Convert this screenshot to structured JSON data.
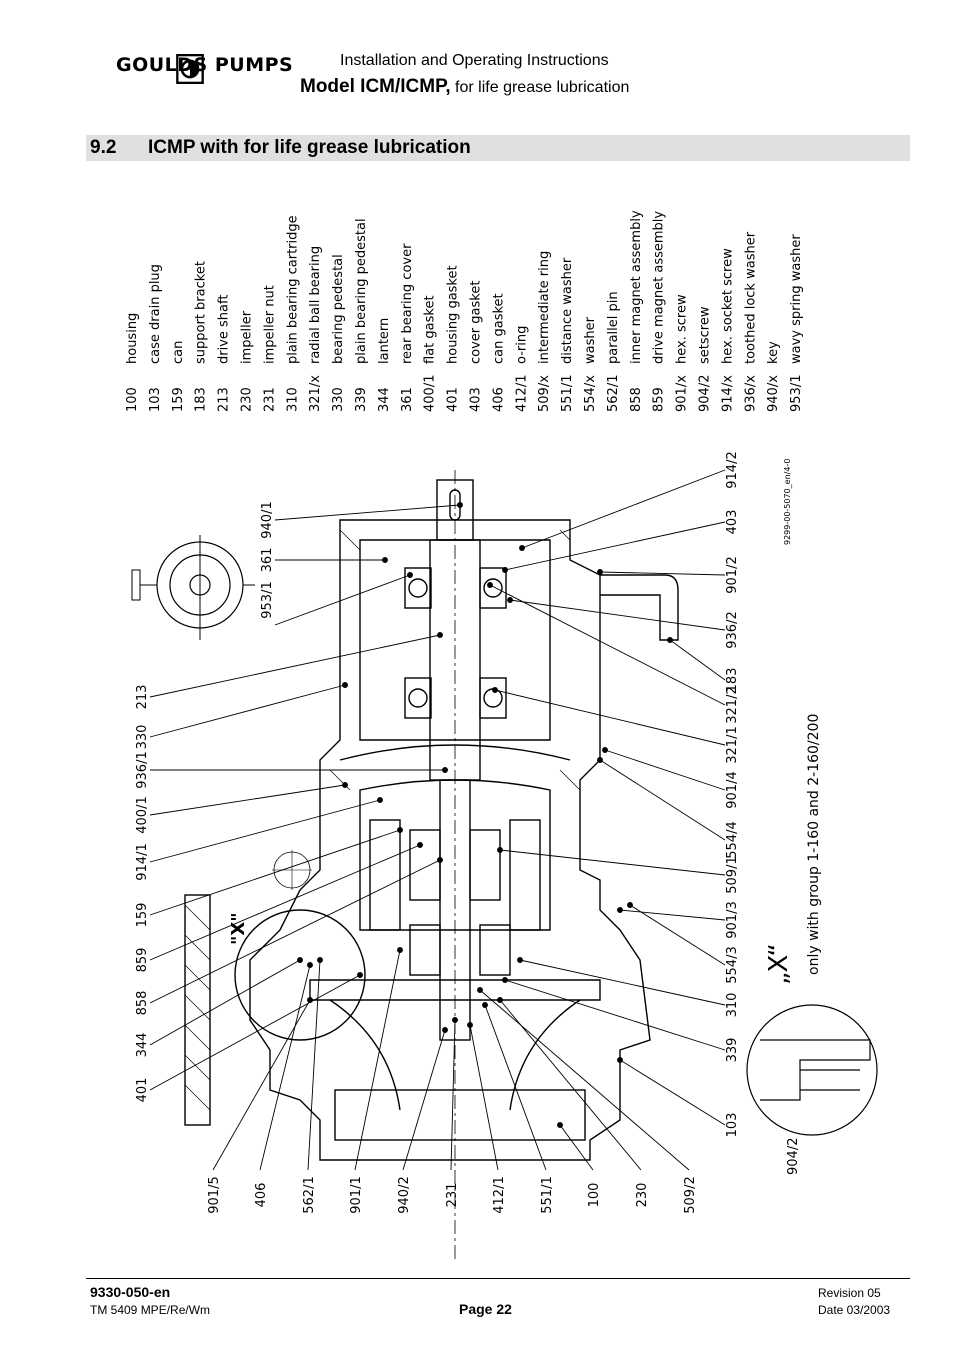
{
  "header": {
    "brand": "GOULDS PUMPS",
    "line1": "Installation and Operating Instructions",
    "model": "Model ICM/ICMP,",
    "model_suffix": " for life grease lubrication"
  },
  "section": {
    "number": "9.2",
    "title": "ICMP with for life grease lubrication"
  },
  "parts_list": [
    {
      "no": "100",
      "name": "housing"
    },
    {
      "no": "103",
      "name": "case drain plug"
    },
    {
      "no": "159",
      "name": "can"
    },
    {
      "no": "183",
      "name": "support bracket"
    },
    {
      "no": "213",
      "name": "drive shaft"
    },
    {
      "no": "230",
      "name": "impeller"
    },
    {
      "no": "231",
      "name": "impeller nut"
    },
    {
      "no": "310",
      "name": "plain bearing cartridge"
    },
    {
      "no": "321/x",
      "name": "radial ball bearing"
    },
    {
      "no": "330",
      "name": "bearing pedestal"
    },
    {
      "no": "339",
      "name": "plain bearing pedestal"
    },
    {
      "no": "344",
      "name": "lantern"
    },
    {
      "no": "361",
      "name": "rear bearing cover"
    },
    {
      "no": "400/1",
      "name": "flat gasket"
    },
    {
      "no": "401",
      "name": "housing gasket"
    },
    {
      "no": "403",
      "name": "cover gasket"
    },
    {
      "no": "406",
      "name": "can gasket"
    },
    {
      "no": "412/1",
      "name": "o-ring"
    },
    {
      "no": "509/x",
      "name": "intermediate ring"
    },
    {
      "no": "551/1",
      "name": "distance washer"
    },
    {
      "no": "554/x",
      "name": "washer"
    },
    {
      "no": "562/1",
      "name": "parallel pin"
    },
    {
      "no": "858",
      "name": "inner magnet assembly"
    },
    {
      "no": "859",
      "name": "drive magnet assembly"
    },
    {
      "no": "901/x",
      "name": "hex. screw"
    },
    {
      "no": "904/2",
      "name": "setscrew"
    },
    {
      "no": "914/x",
      "name": "hex. socket screw"
    },
    {
      "no": "936/x",
      "name": "toothed lock washer"
    },
    {
      "no": "940/x",
      "name": "key"
    },
    {
      "no": "953/1",
      "name": "wavy spring washer"
    }
  ],
  "drawing": {
    "drawing_no": "9299-00-5070_en/4-0",
    "left_callouts": [
      "213",
      "330",
      "936/1",
      "400/1",
      "914/1",
      "159",
      "859",
      "858",
      "344",
      "401"
    ],
    "top_callouts": [
      "953/1",
      "361",
      "940/1"
    ],
    "bottom_callouts": [
      "901/5",
      "406",
      "562/1",
      "901/1",
      "940/2",
      "231",
      "412/1",
      "551/1",
      "100",
      "230",
      "509/2"
    ],
    "right_callouts": [
      "914/2",
      "403",
      "901/2",
      "936/2",
      "183",
      "321/2",
      "321/1",
      "901/4",
      "554/4",
      "509/1",
      "901/3",
      "554/3",
      "310",
      "339",
      "103"
    ],
    "detail_mark": "„X“",
    "detail_label": "\"X\"",
    "detail_note": "only with group 1-160 and 2-160/200",
    "detail_callout": "904/2"
  },
  "footer": {
    "doc_number": "9330-050-en",
    "tm": "TM 5409 MPE/Re/Wm",
    "page": "Page 22",
    "revision": "Revision 05",
    "date": "Date 03/2003"
  }
}
